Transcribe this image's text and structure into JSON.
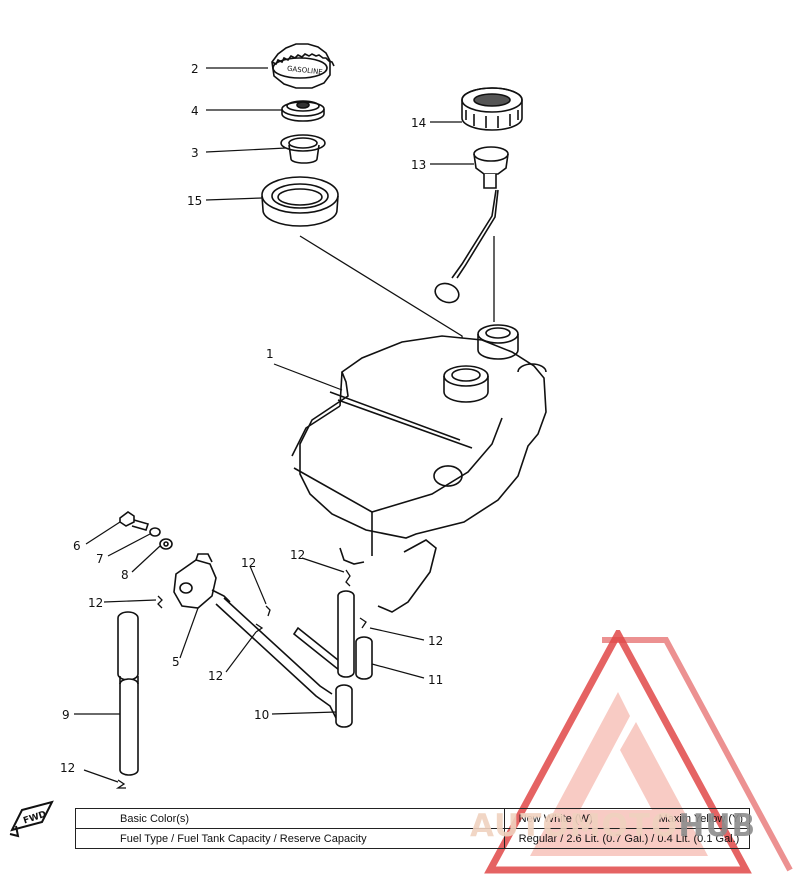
{
  "callouts": {
    "c1": "1",
    "c2": "2",
    "c3": "3",
    "c4": "4",
    "c5": "5",
    "c6": "6",
    "c7": "7",
    "c8": "8",
    "c9": "9",
    "c10": "10",
    "c11": "11",
    "c12a": "12",
    "c12b": "12",
    "c12c": "12",
    "c12d": "12",
    "c12e": "12",
    "c12f": "12",
    "c13": "13",
    "c14": "14",
    "c15": "15"
  },
  "cap_text": "GASOLINE",
  "table": {
    "row1": {
      "label": "Basic Color(s)",
      "value1": "New White (W)",
      "value2": "Maxim Yellow (Y)"
    },
    "row2": {
      "label": "Fuel Type / Fuel Tank Capacity / Reserve Capacity",
      "value": "Regular / 2.6 Lit. (0.7 Gal.) / 0.4 Lit. (0.1 Gal.)"
    }
  },
  "watermark": {
    "brand_main": "AUTOMOTO",
    "brand_accent": "HUB"
  },
  "fwd_icon_label": "FWD",
  "colors": {
    "line": "#111111",
    "watermark_red": "#e04848",
    "watermark_fill": "#f5b9b0"
  }
}
